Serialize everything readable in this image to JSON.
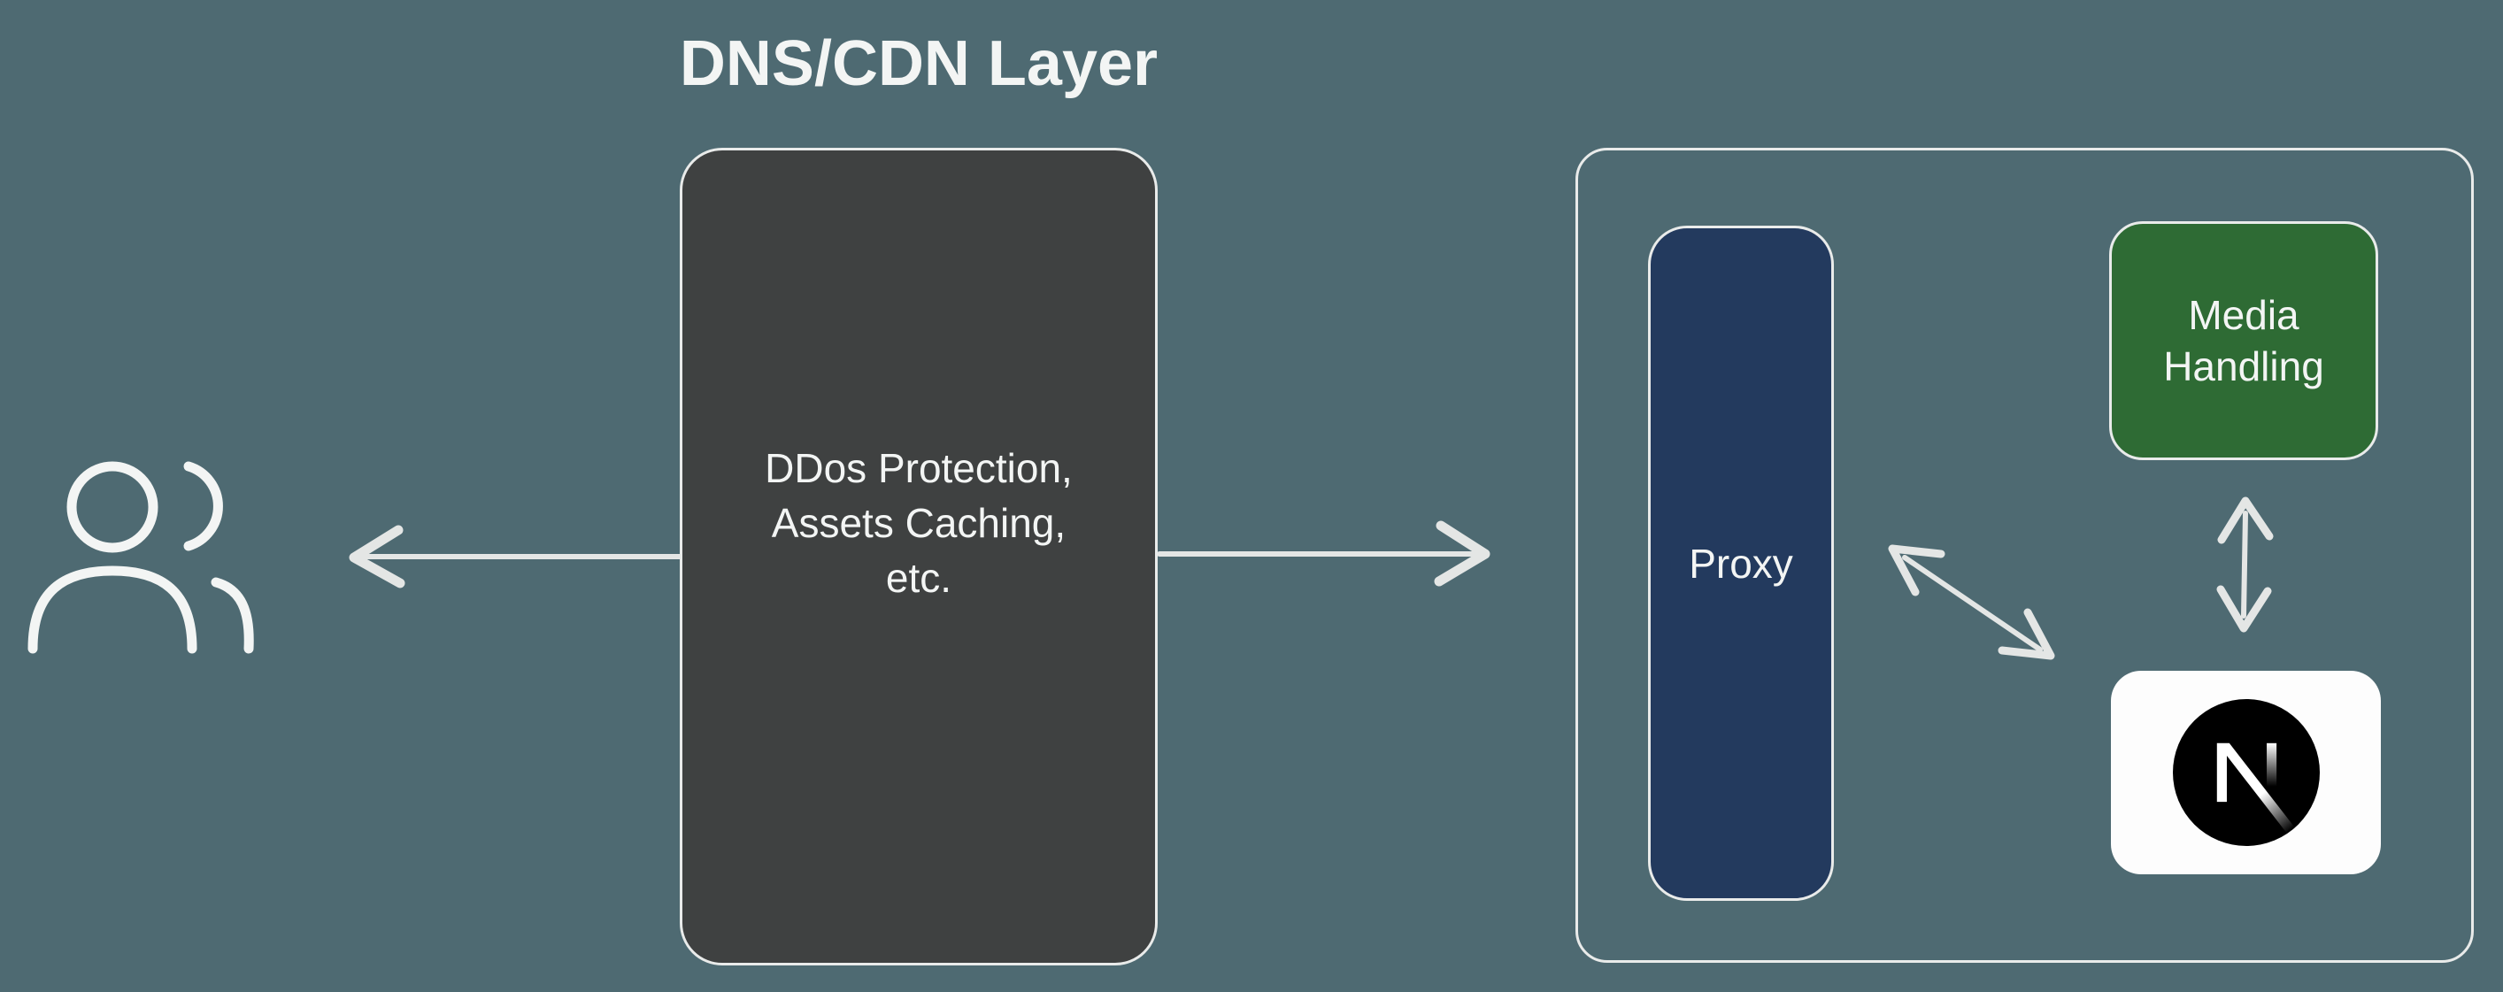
{
  "diagram": {
    "title": "DNS/CDN Layer",
    "cdn_box": {
      "lines": [
        "DDos Protection,",
        "Assets Caching,",
        "etc."
      ]
    },
    "cluster": {
      "proxy": {
        "label": "Proxy"
      },
      "media": {
        "label": "Media Handling"
      },
      "nextjs": {
        "icon": "nextjs-logo"
      }
    },
    "icons": {
      "users": "users-icon",
      "nextjs": "nextjs-logo-icon"
    },
    "arrows": [
      "arrow-cdn-to-users",
      "arrow-cdn-to-cluster",
      "arrow-proxy-nextjs-bidirectional",
      "arrow-media-nextjs-bidirectional"
    ]
  },
  "colors": {
    "background": "#4e6a72",
    "cdn_box_fill": "#3f4141",
    "proxy_fill": "#233a5e",
    "media_fill": "#2e6b34",
    "nextjs_box_fill": "#fdfdfd",
    "nextjs_circle": "#000000",
    "stroke": "#e9ebea",
    "arrow": "#e4e6e5",
    "text": "#f3f5f4"
  }
}
